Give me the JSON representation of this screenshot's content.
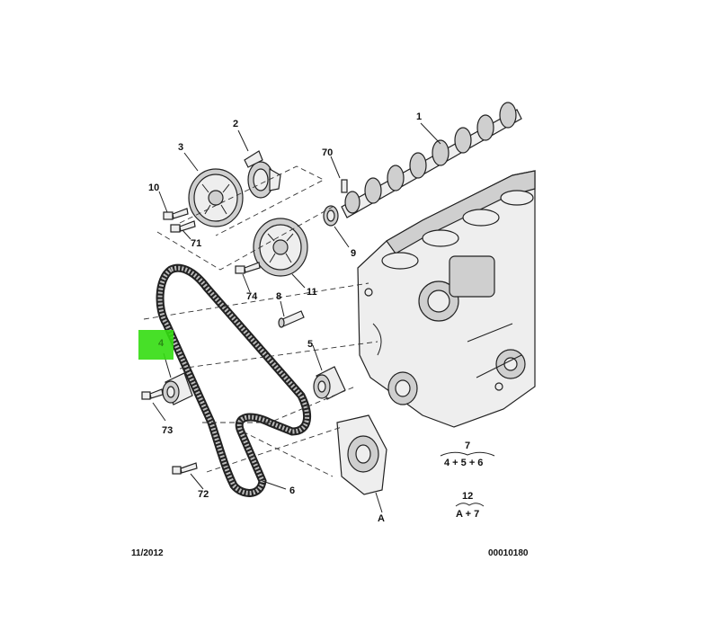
{
  "diagram": {
    "highlight_color": "#33dd11",
    "labels": {
      "p1": "1",
      "p2": "2",
      "p3": "3",
      "p4": "4",
      "p5": "5",
      "p6": "6",
      "p8": "8",
      "p9": "9",
      "p10": "10",
      "p11": "11",
      "p70": "70",
      "p71": "71",
      "p72": "72",
      "p73": "73",
      "p74": "74",
      "pA": "A"
    },
    "formulas": {
      "f7_top": "7",
      "f7_bottom": "4 + 5 + 6",
      "f12_top": "12",
      "f12_bottom": "A + 7"
    }
  },
  "footer": {
    "date": "11/2012",
    "ref": "00010180"
  }
}
